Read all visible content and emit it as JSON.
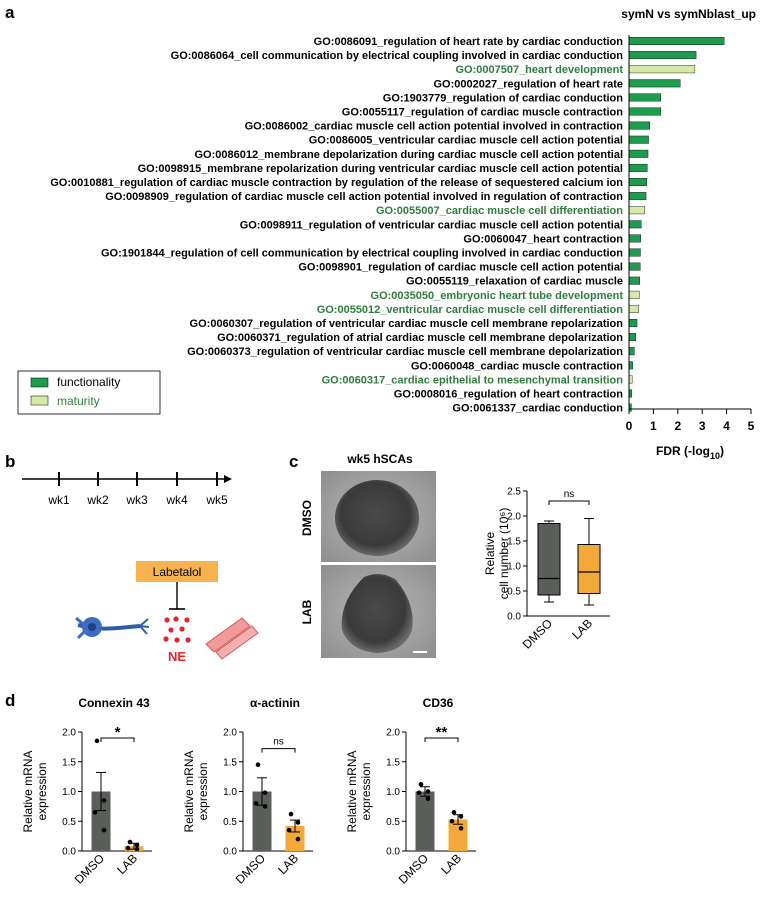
{
  "panel_labels": {
    "a": "a",
    "b": "b",
    "c": "c",
    "d": "d"
  },
  "colors": {
    "functionality": "#1f9b4f",
    "maturity": "#d7e9a8",
    "maturity_text": "#2f7d3e",
    "dmso_box": "#5a5f5a",
    "lab_box": "#f3a93a",
    "labetalol_box": "#f7b24d",
    "ne_dots": "#e8232a"
  },
  "chart_data": [
    {
      "type": "bar",
      "orientation": "horizontal",
      "title": "symN vs symNblast_up",
      "xlabel": "FDR (-log10)",
      "xlabel_parts": {
        "main": "FDR (-log",
        "sub": "10",
        "close": ")"
      },
      "xlim": [
        0,
        5
      ],
      "xticks": [
        "0",
        "1",
        "2",
        "3",
        "4",
        "5"
      ],
      "legend": {
        "placement": "bottom-left",
        "entries": [
          {
            "label": "functionality",
            "group": "functionality"
          },
          {
            "label": "maturity",
            "group": "maturity"
          }
        ]
      },
      "categories": [
        "GO:0086091_regulation of heart rate by cardiac conduction",
        "GO:0086064_cell communication by electrical coupling involved in cardiac conduction",
        "GO:0007507_heart development",
        "GO:0002027_regulation of heart rate",
        "GO:1903779_regulation of cardiac conduction",
        "GO:0055117_regulation of cardiac muscle contraction",
        "GO:0086002_cardiac muscle cell action potential involved in contraction",
        "GO:0086005_ventricular cardiac muscle cell action potential",
        "GO:0086012_membrane depolarization during cardiac muscle cell action potential",
        "GO:0098915_membrane repolarization during ventricular cardiac muscle cell action potential",
        "GO:0010881_regulation of cardiac muscle contraction by regulation of the release of sequestered calcium ion",
        "GO:0098909_regulation of cardiac muscle cell action potential involved in regulation of contraction",
        "GO:0055007_cardiac muscle cell differentiation",
        "GO:0098911_regulation of ventricular cardiac muscle cell action potential",
        "GO:0060047_heart contraction",
        "GO:1901844_regulation of cell communication by electrical coupling involved in cardiac conduction",
        "GO:0098901_regulation of cardiac muscle cell action potential",
        "GO:0055119_relaxation of cardiac muscle",
        "GO:0035050_embryonic heart tube development",
        "GO:0055012_ventricular cardiac muscle cell differentiation",
        "GO:0060307_regulation of ventricular cardiac muscle cell membrane repolarization",
        "GO:0060371_regulation of atrial cardiac muscle cell membrane depolarization",
        "GO:0060373_regulation of ventricular cardiac muscle cell membrane depolarization",
        "GO:0060048_cardiac muscle contraction",
        "GO:0060317_cardiac epithelial to mesenchymal transition",
        "GO:0008016_regulation of heart contraction",
        "GO:0061337_cardiac conduction"
      ],
      "values": [
        3.9,
        2.75,
        2.7,
        2.1,
        1.3,
        1.3,
        0.85,
        0.8,
        0.78,
        0.75,
        0.73,
        0.7,
        0.65,
        0.5,
        0.48,
        0.47,
        0.46,
        0.44,
        0.42,
        0.4,
        0.33,
        0.28,
        0.22,
        0.15,
        0.13,
        0.11,
        0.1
      ],
      "groups": [
        "functionality",
        "functionality",
        "maturity",
        "functionality",
        "functionality",
        "functionality",
        "functionality",
        "functionality",
        "functionality",
        "functionality",
        "functionality",
        "functionality",
        "maturity",
        "functionality",
        "functionality",
        "functionality",
        "functionality",
        "functionality",
        "maturity",
        "maturity",
        "functionality",
        "functionality",
        "functionality",
        "functionality",
        "maturity",
        "functionality",
        "functionality"
      ]
    },
    {
      "type": "box",
      "ylabel": "Relative cell number (10⁶)",
      "ylabel_lines": [
        "Relative",
        "cell number (10⁶)"
      ],
      "ylim": [
        0,
        2.5
      ],
      "yticks": [
        "0.0",
        "0.5",
        "1.0",
        "1.5",
        "2.0",
        "2.5"
      ],
      "categories": [
        "DMSO",
        "LAB"
      ],
      "series": [
        {
          "name": "DMSO",
          "min": 0.28,
          "q1": 0.42,
          "median": 0.75,
          "q3": 1.85,
          "max": 1.9
        },
        {
          "name": "LAB",
          "min": 0.22,
          "q1": 0.45,
          "median": 0.88,
          "q3": 1.43,
          "max": 1.95
        }
      ],
      "significance": "ns"
    },
    {
      "type": "bar",
      "title": "Connexin 43",
      "ylabel_lines": [
        "Relative mRNA",
        "expression"
      ],
      "ylim": [
        0,
        2.0
      ],
      "yticks": [
        "0.0",
        "0.5",
        "1.0",
        "1.5",
        "2.0"
      ],
      "categories": [
        "DMSO",
        "LAB"
      ],
      "values": [
        1.0,
        0.08
      ],
      "errors": [
        0.32,
        0.05
      ],
      "points": [
        [
          1.85,
          0.85,
          0.65,
          0.35
        ],
        [
          0.15,
          0.1,
          0.05,
          0.03
        ]
      ],
      "significance": "*"
    },
    {
      "type": "bar",
      "title": "α-actinin",
      "ylabel_lines": [
        "Relative mRNA",
        "expression"
      ],
      "ylim": [
        0,
        2.0
      ],
      "yticks": [
        "0.0",
        "0.5",
        "1.0",
        "1.5",
        "2.0"
      ],
      "categories": [
        "DMSO",
        "LAB"
      ],
      "values": [
        1.0,
        0.42
      ],
      "errors": [
        0.23,
        0.1
      ],
      "points": [
        [
          1.45,
          0.98,
          0.8,
          0.75
        ],
        [
          0.62,
          0.48,
          0.35,
          0.2
        ]
      ],
      "significance": "ns"
    },
    {
      "type": "bar",
      "title": "CD36",
      "ylabel_lines": [
        "Relative mRNA",
        "expression"
      ],
      "ylim": [
        0,
        2.0
      ],
      "yticks": [
        "0.0",
        "0.5",
        "1.0",
        "1.5",
        "2.0"
      ],
      "categories": [
        "DMSO",
        "LAB"
      ],
      "values": [
        1.0,
        0.53
      ],
      "errors": [
        0.08,
        0.08
      ],
      "points": [
        [
          1.12,
          1.0,
          0.98,
          0.88
        ],
        [
          0.65,
          0.58,
          0.5,
          0.38
        ]
      ],
      "significance": "**"
    }
  ],
  "panel_b": {
    "timeline": [
      "wk1",
      "wk2",
      "wk3",
      "wk4",
      "wk5"
    ],
    "drug": "Labetalol",
    "ne": "NE"
  },
  "panel_c": {
    "title": "wk5 hSCAs",
    "rows": [
      "DMSO",
      "LAB"
    ]
  }
}
